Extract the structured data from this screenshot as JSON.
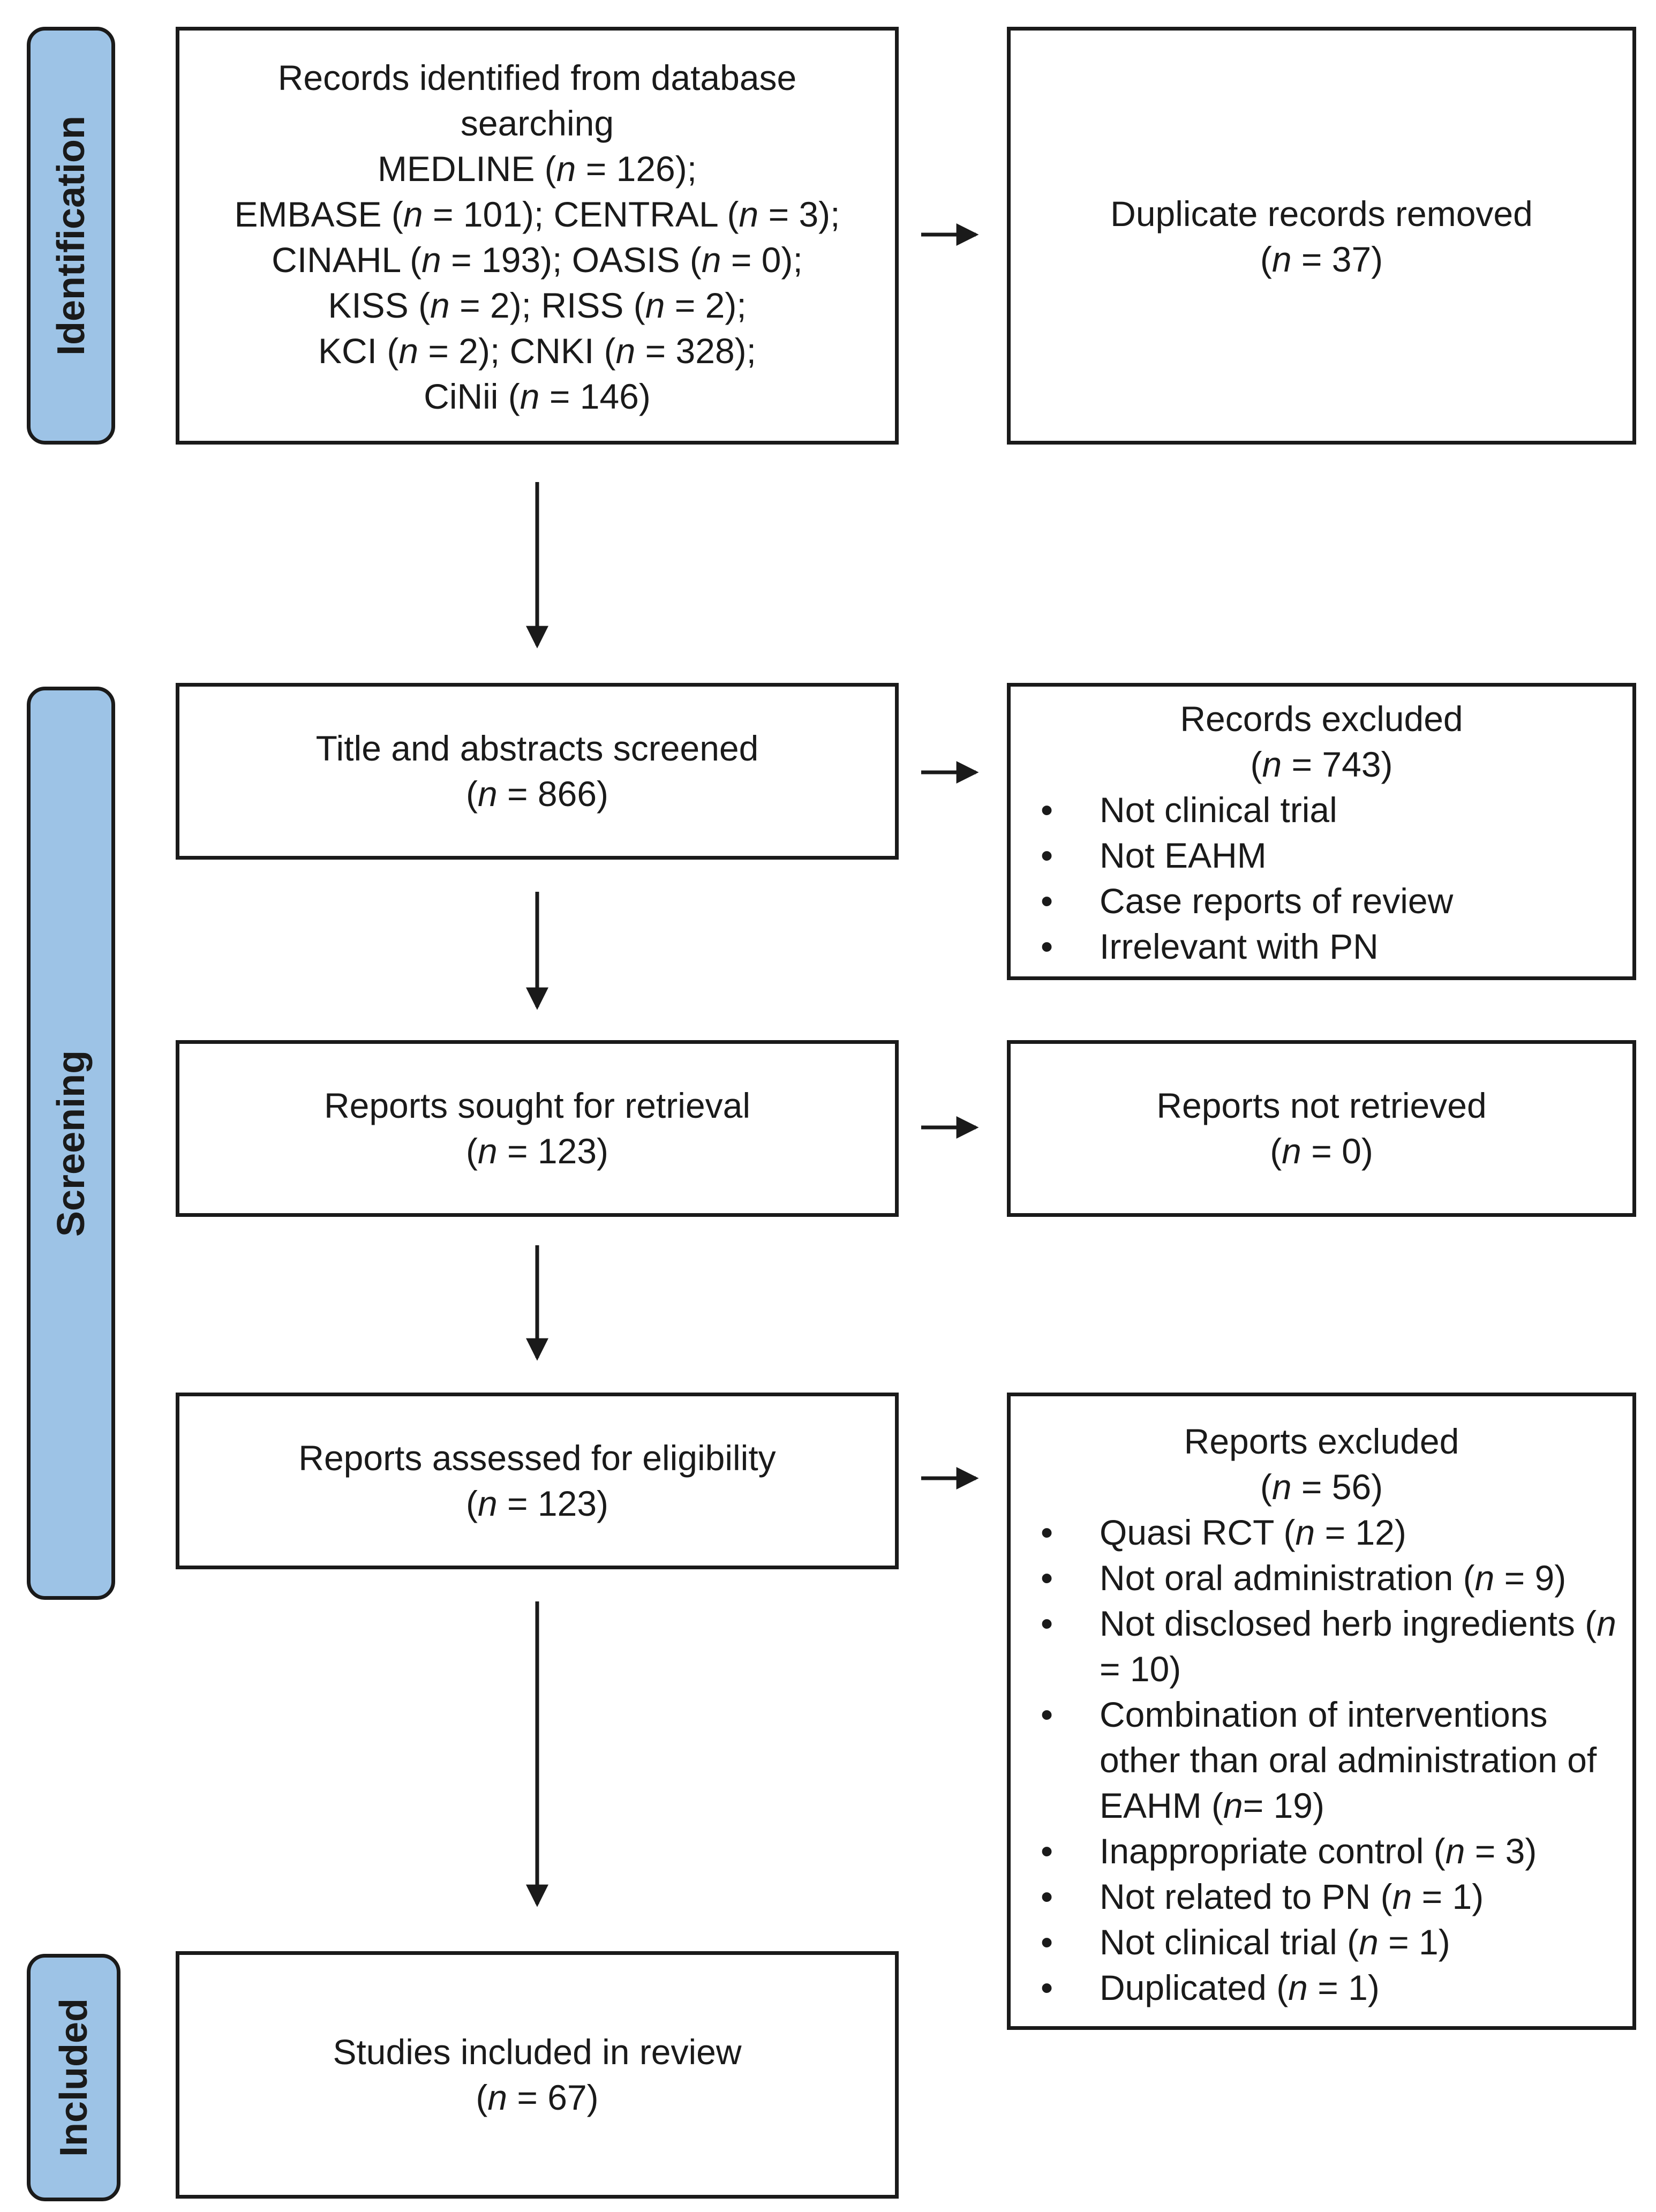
{
  "phases": {
    "identification": "Identification",
    "screening": "Screening",
    "included": "Included"
  },
  "identification_box": {
    "lines": [
      "Records identified from database",
      "searching",
      "MEDLINE (n = 126);",
      "EMBASE (n = 101); CENTRAL (n = 3);",
      "CINAHL (n = 193); OASIS (n = 0);",
      "KISS (n = 2); RISS (n = 2);",
      "KCI (n = 2); CNKI (n = 328);",
      "CiNii (n = 146)"
    ]
  },
  "duplicates_box": {
    "title": "Duplicate records removed",
    "count": "(n = 37)"
  },
  "screened_box": {
    "title": "Title and abstracts screened",
    "count": "(n = 866)"
  },
  "records_excluded_box": {
    "title": "Records excluded",
    "count": "(n = 743)",
    "items": [
      "Not clinical trial",
      "Not EAHM",
      "Case reports of review",
      "Irrelevant with PN"
    ]
  },
  "sought_box": {
    "title": "Reports sought for retrieval",
    "count": "(n = 123)"
  },
  "not_retrieved_box": {
    "title": "Reports not retrieved",
    "count": "(n = 0)"
  },
  "assessed_box": {
    "title": "Reports assessed for eligibility",
    "count": "(n = 123)"
  },
  "reports_excluded_box": {
    "title": "Reports excluded",
    "count": "(n = 56)",
    "items": [
      "Quasi RCT (n = 12)",
      "Not oral administration (n = 9)",
      "Not disclosed herb ingredients (n = 10)",
      "Combination of interventions other than oral administration of EAHM (n= 19)",
      "Inappropriate control (n = 3)",
      "Not related to PN (n = 1)",
      "Not clinical trial (n = 1)",
      "Duplicated (n = 1)"
    ]
  },
  "included_box": {
    "title": "Studies included in review",
    "count": "(n = 67)"
  }
}
